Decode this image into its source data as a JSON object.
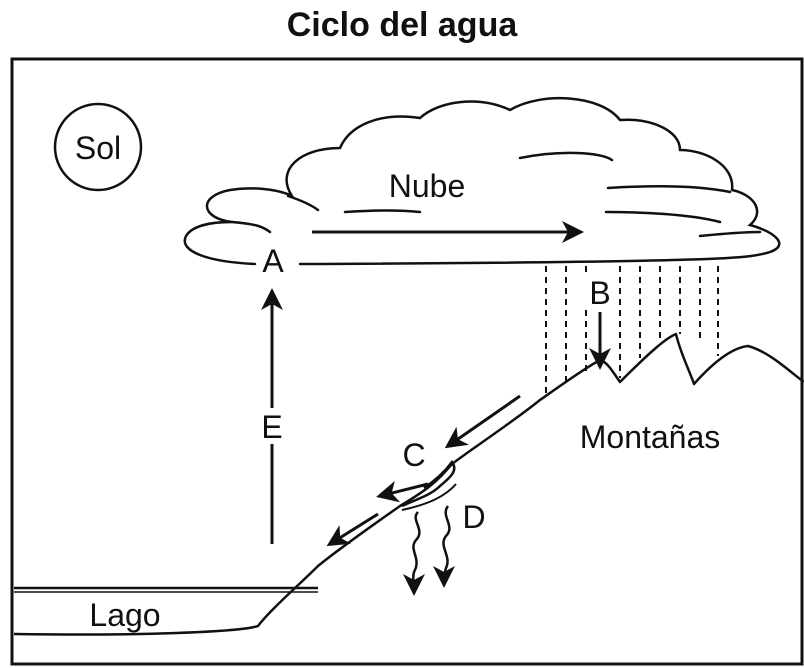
{
  "title": "Ciclo del agua",
  "labels": {
    "sun": "Sol",
    "cloud": "Nube",
    "mountains": "Montañas",
    "lake": "Lago",
    "a": "A",
    "b": "B",
    "c": "C",
    "d": "D",
    "e": "E"
  }
}
